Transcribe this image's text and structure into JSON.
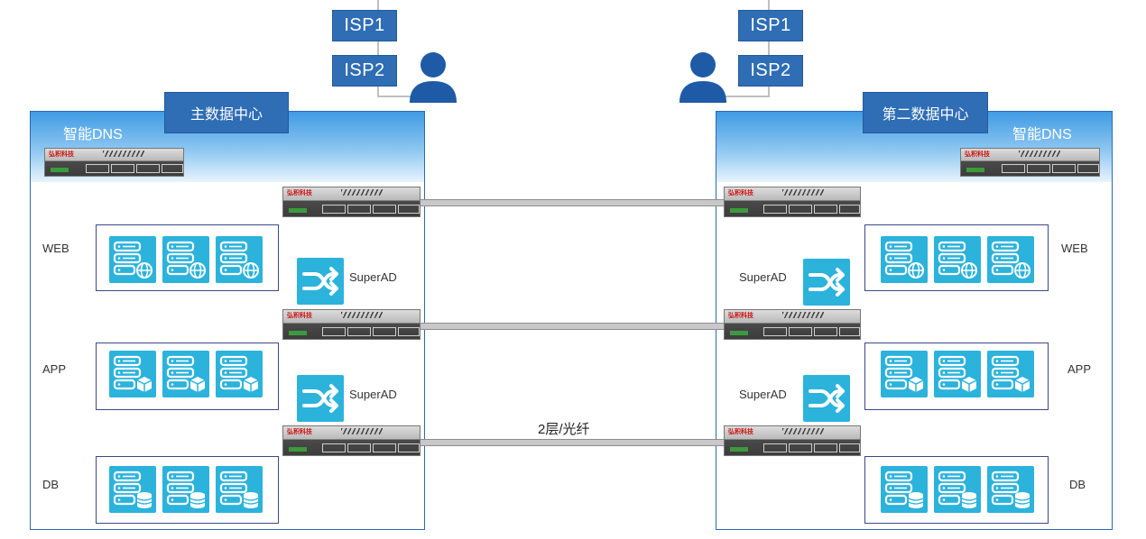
{
  "isp": {
    "isp1": "ISP1",
    "isp2": "ISP2"
  },
  "dc_main": {
    "label": "主数据中心",
    "dns": "智能DNS"
  },
  "dc_second": {
    "label": "第二数据中心",
    "dns": "智能DNS"
  },
  "groups": {
    "web": "WEB",
    "app": "APP",
    "db": "DB"
  },
  "superad": "SuperAD",
  "device_brand": "弘积科技",
  "link_label": "2层/光纤",
  "colors": {
    "accent": "#2f6db5",
    "server_icon": "#2bb3dc",
    "box_border": "#2a6ab4"
  },
  "icons": [
    "user-icon",
    "server-globe-icon",
    "server-cube-icon",
    "server-database-icon",
    "switch-arrows-icon",
    "network-appliance"
  ]
}
